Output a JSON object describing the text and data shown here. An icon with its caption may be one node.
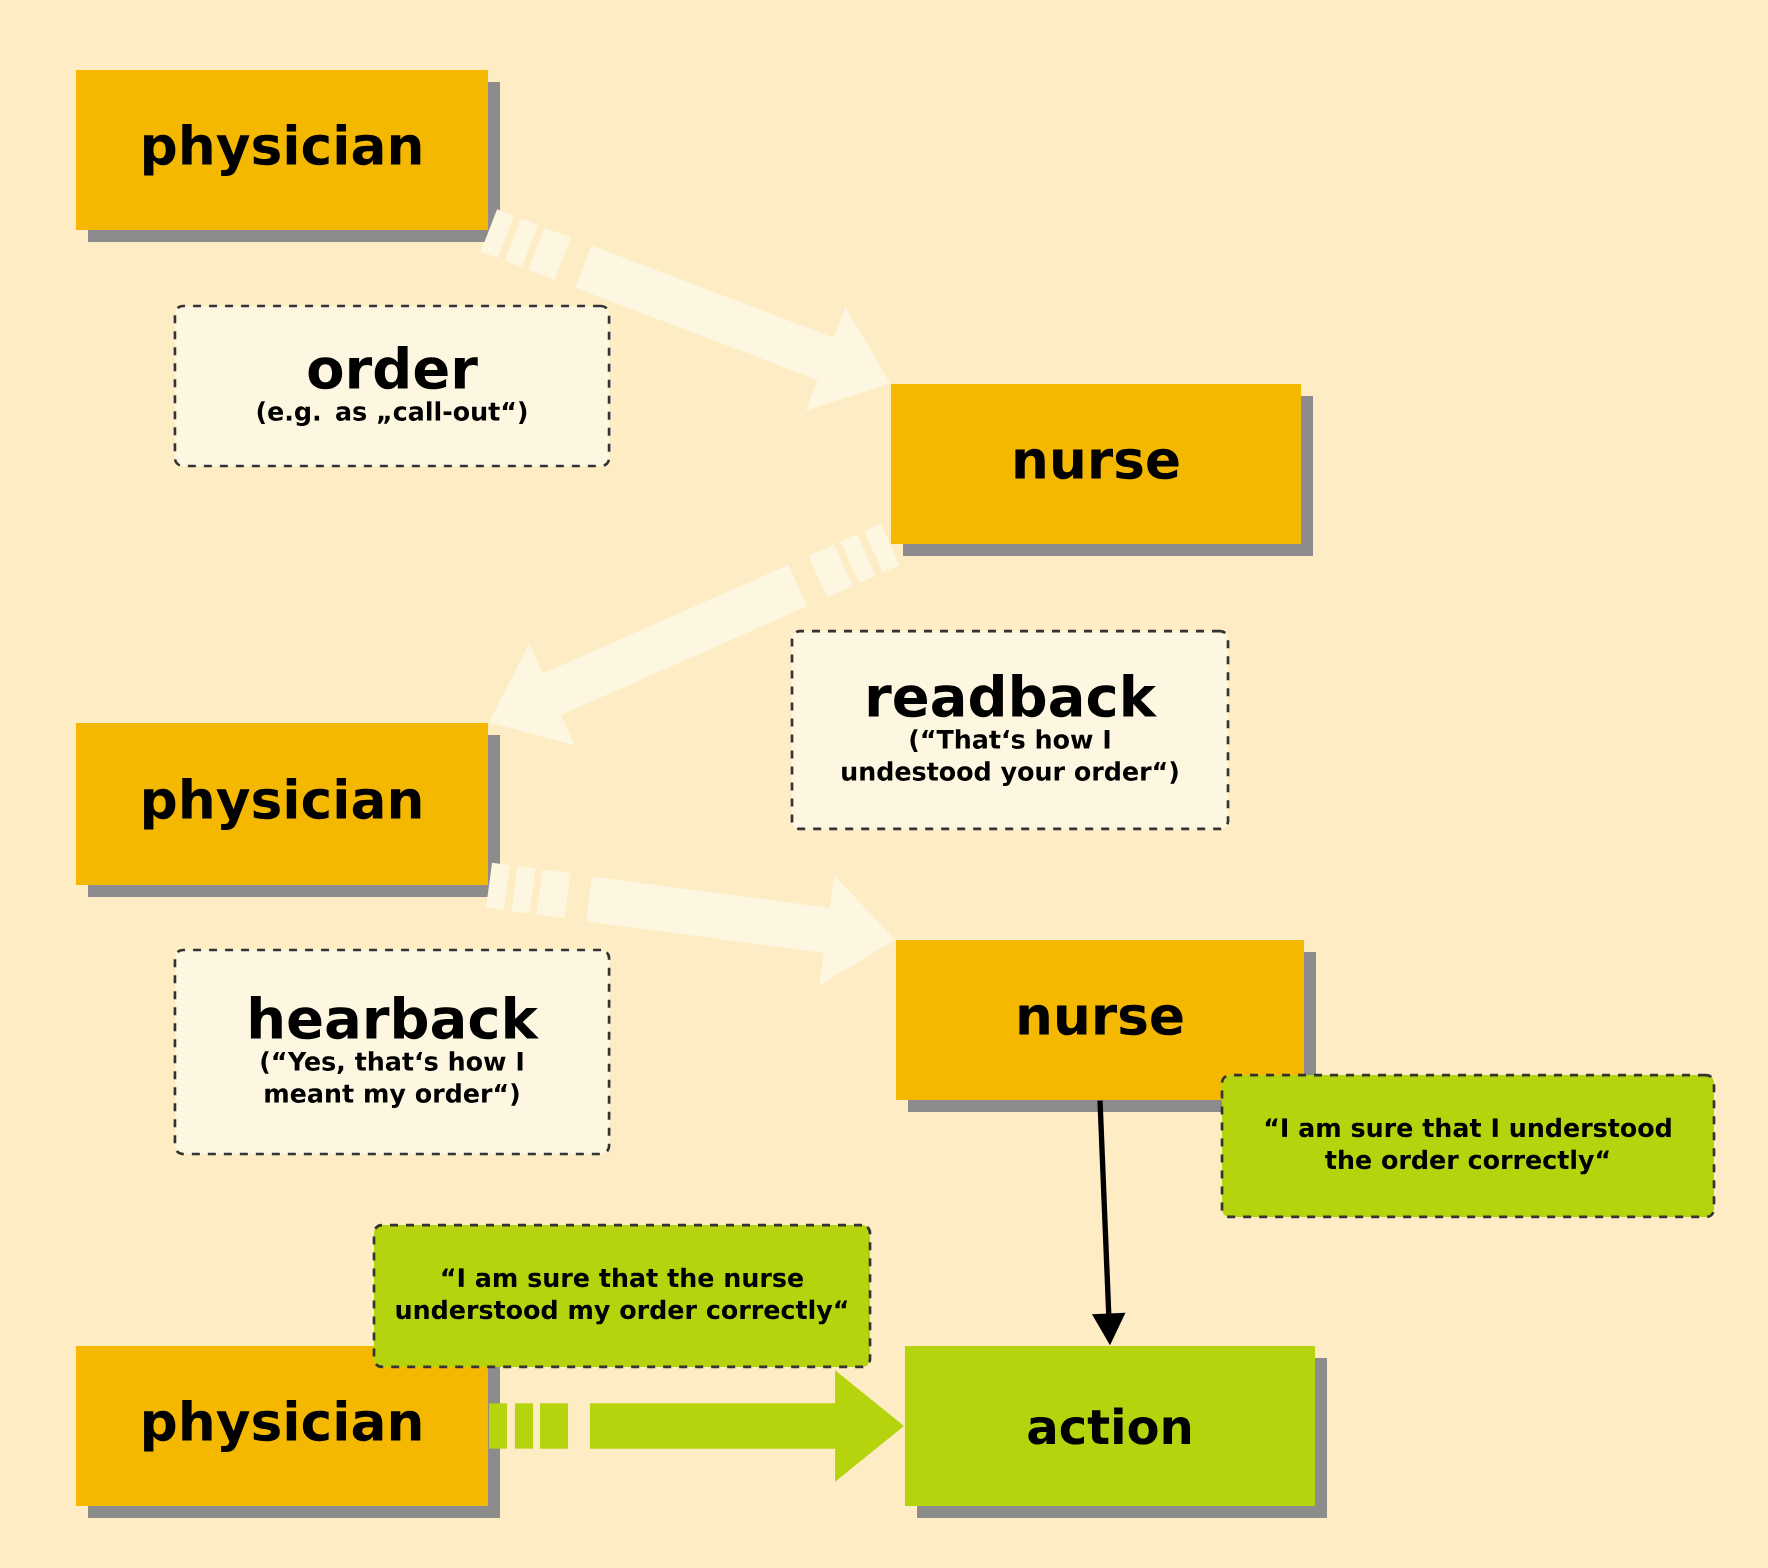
{
  "diagram": {
    "nodes": [
      {
        "text": [
          "physician"
        ]
      },
      {
        "text": [
          "order",
          "(e.g. as „call-out“)"
        ]
      },
      {
        "text": [
          "nurse"
        ]
      },
      {
        "text": [
          "readback",
          "(“That‘s how I undestood your order“)"
        ]
      },
      {
        "text": [
          "physician"
        ]
      },
      {
        "text": [
          "hearback",
          "(“Yes, that‘s how I meant my order“)"
        ]
      },
      {
        "text": [
          "nurse"
        ]
      },
      {
        "text": [
          "“I am sure that I understood the order correctly“"
        ]
      },
      {
        "text": [
          "physician"
        ]
      },
      {
        "text": [
          "“I am sure that the nurse understood my order correctly“"
        ]
      },
      {
        "text": [
          "action"
        ]
      }
    ],
    "edges": [
      {
        "from": 0,
        "to": 2,
        "arrow": "to"
      },
      {
        "from": 2,
        "to": 4,
        "arrow": "to"
      },
      {
        "from": 4,
        "to": 6,
        "arrow": "to"
      },
      {
        "from": 6,
        "to": 10,
        "arrow": "to",
        "color": "#000000"
      },
      {
        "from": 8,
        "to": 10,
        "arrow": "to",
        "color": "#b5d40e"
      }
    ]
  }
}
